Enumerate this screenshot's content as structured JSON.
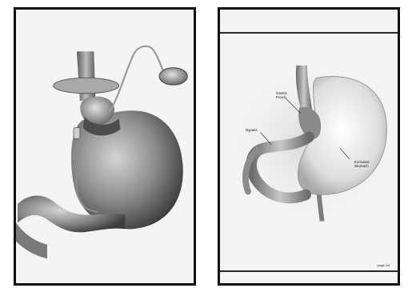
{
  "left_panel": {
    "description_text": ""
  },
  "right_panel": {
    "labels": {
      "upper": "Gastric\nPouch",
      "left": "Bypass",
      "right": "Excluded\nStomach",
      "corner": "Image Ctrl"
    }
  },
  "colors": {
    "frame": "#111111",
    "panel_bg": "#f4f4f4",
    "tissue_dark": "#6b6b6b",
    "tissue_light": "#d9d9d9"
  }
}
